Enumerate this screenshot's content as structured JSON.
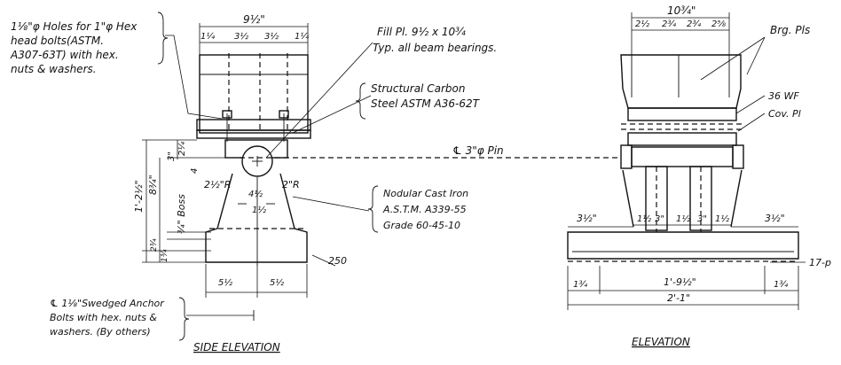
{
  "side_notes": {
    "holes_line1": "1⅛\"φ Holes for 1\"φ Hex",
    "holes_line2": "head bolts(ASTM.",
    "holes_line3": "A307-63T) with hex.",
    "holes_line4": "nuts & washers.",
    "anchor_line1": "℄ 1⅛\"Swedged Anchor",
    "anchor_line2": "Bolts with hex. nuts &",
    "anchor_line3": "washers. (By others)"
  },
  "center_notes": {
    "fill_pl_line1": "Fill Pl. 9½ x 10¾",
    "fill_pl_line2": "Typ. all beam bearings.",
    "steel_line1": "Structural Carbon",
    "steel_line2": "Steel ASTM A36-62T",
    "pin": "℄ 3\"φ Pin",
    "iron_line1": "Nodular Cast Iron",
    "iron_line2": "A.S.T.M. A339-55",
    "iron_line3": "Grade 60-45-10",
    "weld": "250"
  },
  "side_dims": {
    "top_total": "9½\"",
    "top_a": "1¼",
    "top_b": "3½",
    "top_c": "3½",
    "top_d": "1¼",
    "r_left": "2½\"R",
    "r_right": "2\"R",
    "boss": "¾\" Boss",
    "h_total": "1'-2½\"",
    "h_a": "8¾\"",
    "h_top": "3\"",
    "h_b": "2¼",
    "h_c": "4",
    "h_d": "2¾",
    "h_e": "1¾",
    "center_a": "4½",
    "center_b": "1½",
    "bot_a": "5½",
    "bot_b": "5½"
  },
  "elev_notes": {
    "brg_pl": "Brg. Pls",
    "wf": "36 WF",
    "cov_pl": "Cov. Pl",
    "pl_right": "17-p"
  },
  "elev_dims": {
    "top_total": "10¾\"",
    "top_a": "2½",
    "top_b": "2¾",
    "top_c": "2¾",
    "top_d": "2⅝",
    "side_left": "3½\"",
    "side_right": "3½\"",
    "mid_a": "1½",
    "mid_b": "3\"",
    "mid_c": "1½",
    "mid_d": "3\"",
    "mid_e": "1½",
    "bot_left": "1¾",
    "bot_mid": "1'-9½\"",
    "bot_right": "1¾",
    "bot_total": "2'-1\""
  },
  "titles": {
    "side": "SIDE ELEVATION",
    "elev": "ELEVATION"
  }
}
